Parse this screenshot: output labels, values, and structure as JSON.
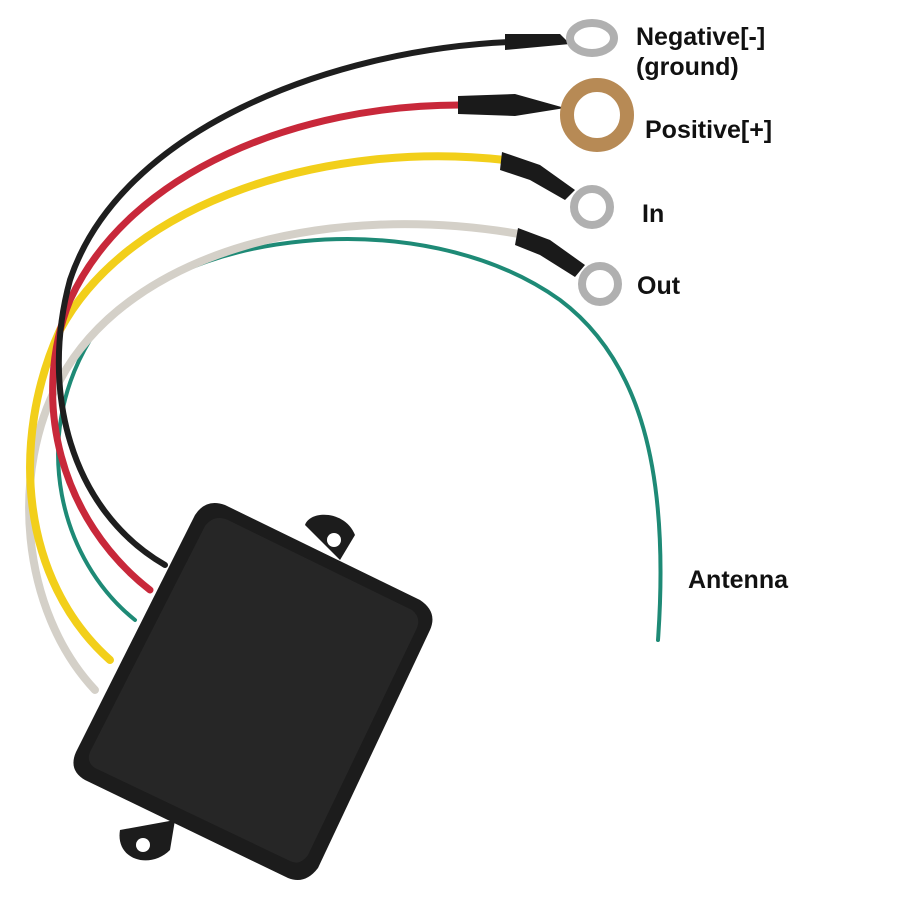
{
  "labels": {
    "negative": "Negative[-]",
    "ground": "(ground)",
    "positive": "Positive[+]",
    "in": "In",
    "out": "Out",
    "antenna": "Antenna"
  },
  "colors": {
    "black_wire": "#1e1e1e",
    "red_wire": "#c8283a",
    "yellow_wire": "#f2cf1a",
    "white_wire": "#d4d0c8",
    "green_wire": "#1e8a76",
    "brass_ring": "#b78a55",
    "silver_ring": "#b0b0b0",
    "module_body": "#1c1c1c"
  }
}
